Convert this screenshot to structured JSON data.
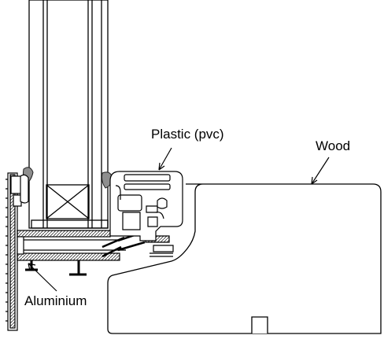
{
  "labels": {
    "plastic": "Plastic (pvc)",
    "wood": "Wood",
    "aluminium": "Aluminium"
  },
  "colors": {
    "line": "#000000",
    "gasket": "#9a9a9a",
    "aluminium_dark": "#3a3a3a",
    "background": "#ffffff"
  }
}
